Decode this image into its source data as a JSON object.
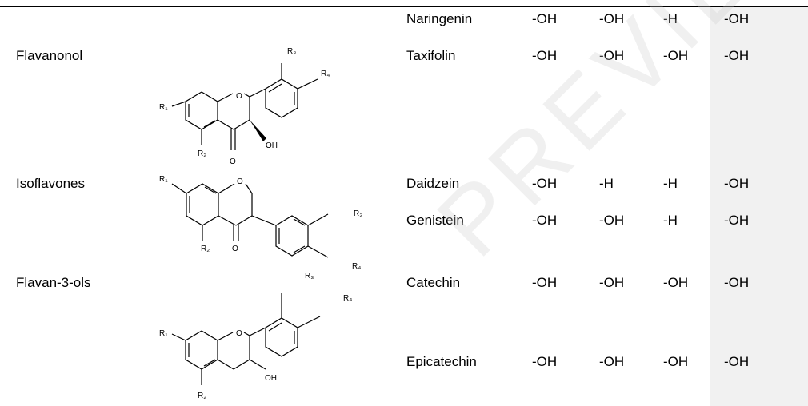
{
  "table": {
    "rows": [
      {
        "class": "",
        "compound": "Naringenin",
        "r1": "-OH",
        "r2": "-OH",
        "r3": "-H",
        "r4": "-OH"
      },
      {
        "class": "Flavanonol",
        "compound": "Taxifolin",
        "r1": "-OH",
        "r2": "-OH",
        "r3": "-OH",
        "r4": "-OH"
      },
      {
        "class": "Isoflavones",
        "compound": "Daidzein",
        "r1": "-OH",
        "r2": "-H",
        "r3": "-H",
        "r4": "-OH"
      },
      {
        "class": "",
        "compound": "Genistein",
        "r1": "-OH",
        "r2": "-OH",
        "r3": "-H",
        "r4": "-OH"
      },
      {
        "class": "Flavan-3-ols",
        "compound": "Catechin",
        "r1": "-OH",
        "r2": "-OH",
        "r3": "-OH",
        "r4": "-OH"
      },
      {
        "class": "",
        "compound": "Epicatechin",
        "r1": "-OH",
        "r2": "-OH",
        "r3": "-OH",
        "r4": "-OH"
      }
    ]
  },
  "structures": {
    "labels": {
      "r1": "R₁",
      "r2": "R₂",
      "r3": "R₃",
      "r4": "R₄",
      "o": "O",
      "oh": "OH"
    }
  },
  "watermark": "PREVIEW"
}
